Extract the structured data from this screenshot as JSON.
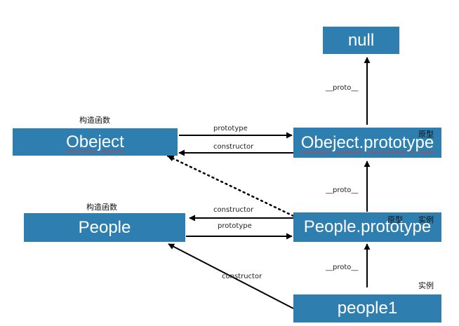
{
  "nodes": {
    "null": "null",
    "object_ctor": "Obeject",
    "object_proto": "Obeject.prototype",
    "people_ctor": "People",
    "people_proto": "People.prototype",
    "people1": "people1"
  },
  "labels": {
    "proto_top": "__proto__",
    "proto_mid": "__proto__",
    "proto_bottom": "__proto__",
    "prototype_obj": "prototype",
    "constructor_obj": "constructor",
    "constructor_people": "constructor",
    "prototype_people": "prototype",
    "constructor_instance": "constructor",
    "ctor_fn_object": "构造函数",
    "ctor_fn_people": "构造函数",
    "yuanxing_object_proto": "原型",
    "yuanxing_people_proto": "原型",
    "shili_people_proto": "实例",
    "shili_people1": "实例"
  },
  "colors": {
    "box": "#2e7fb0",
    "box_text": "#ffffff",
    "arrow": "#000000",
    "spellcheck": "#d83a3a"
  }
}
